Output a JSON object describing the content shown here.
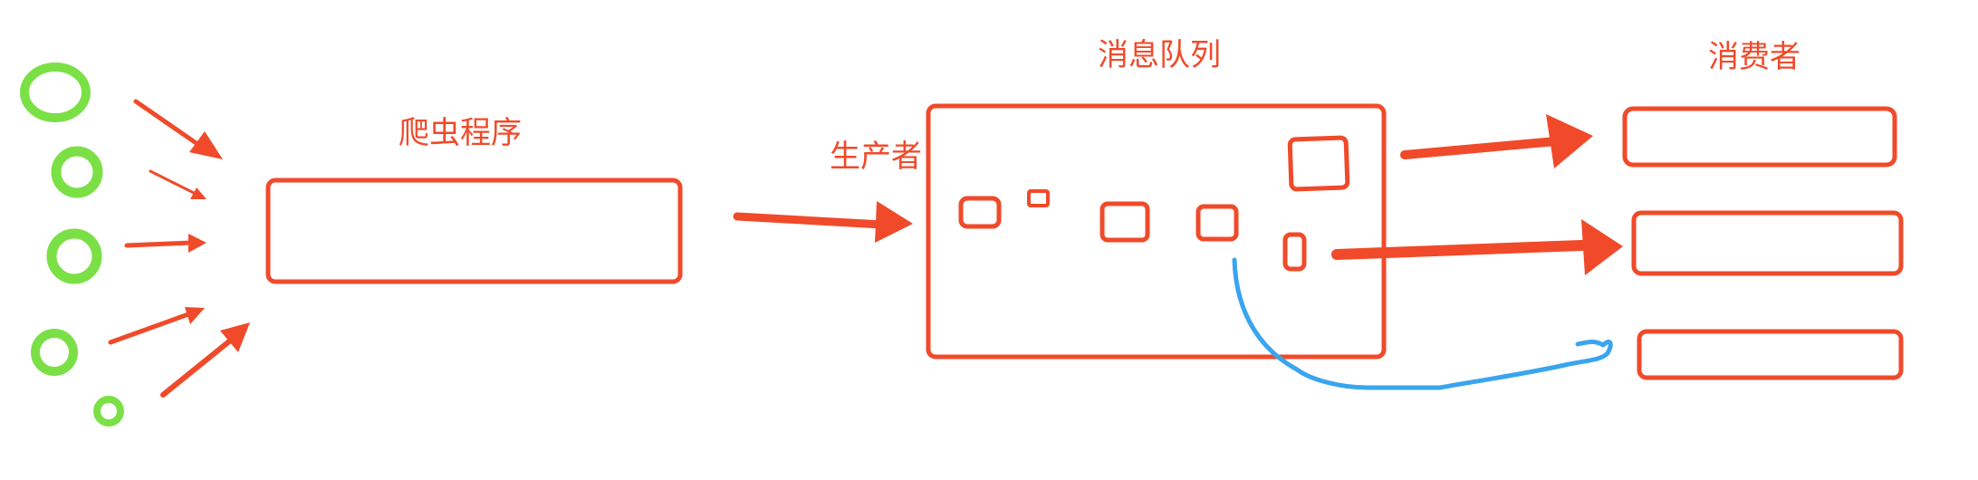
{
  "labels": {
    "crawler": "爬虫程序",
    "queue": "消息队列",
    "consumer": "消费者",
    "producer": "生产者"
  },
  "colors": {
    "stroke_red": "#f04a2a",
    "source_green": "#7be046",
    "flow_blue": "#3aa5ee"
  }
}
